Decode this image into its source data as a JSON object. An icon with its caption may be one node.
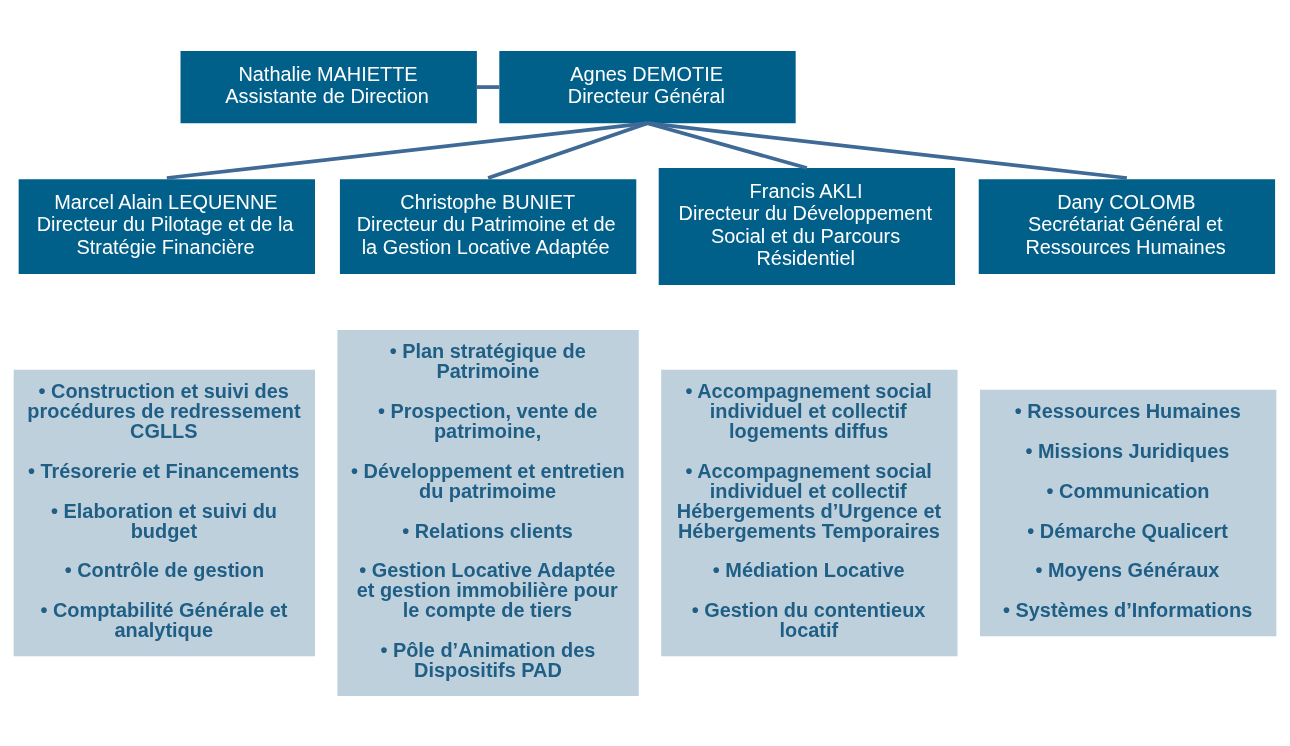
{
  "diagram": {
    "nodes": [
      {
        "text": [
          "Nathalie MAHIETTE",
          "Assistante de Direction"
        ]
      },
      {
        "text": [
          "Agnes DEMOTIE",
          "Directeur Général"
        ]
      },
      {
        "text": [
          "Marcel Alain LEQUENNE",
          "Directeur du Pilotage et de la Stratégie Financière"
        ]
      },
      {
        "text": [
          "Christophe BUNIET",
          "Directeur du Patrimoine et de la Gestion Locative Adaptée"
        ]
      },
      {
        "text": [
          "Francis AKLI",
          "Directeur du Développement Social et du Parcours Résidentiel"
        ]
      },
      {
        "text": [
          "Dany COLOMB",
          "Secrétariat Général et Ressources Humaines"
        ]
      },
      {
        "text": [
          "• Construction et suivi des procédures de redressement CGLLS",
          "• Trésorerie et Financements",
          "• Elaboration et suivi du budget",
          "• Contrôle de gestion",
          "• Comptabilité Générale et analytique"
        ]
      },
      {
        "text": [
          "• Plan stratégique de Patrimoine",
          "• Prospection, vente de patrimoine,",
          "• Développement et entretien du patrimoime",
          "• Relations clients",
          "• Gestion Locative Adaptée et gestion immobilière pour le compte de tiers",
          "• Pôle d’Animation des Dispositifs PAD"
        ]
      },
      {
        "text": [
          "• Accompagnement social individuel et collectif logements diffus",
          "• Accompagnement social individuel et collectif Hébergements d’Urgence et Hébergements Temporaires",
          "• Médiation Locative",
          "• Gestion du contentieux locatif"
        ]
      },
      {
        "text": [
          "• Ressources Humaines",
          "• Missions Juridiques",
          "• Communication",
          "• Démarche Qualicert",
          "• Moyens Généraux",
          "• Systèmes d’Informations"
        ]
      }
    ],
    "edges": [
      {
        "from": 0,
        "to": 1,
        "arrow": "none"
      },
      {
        "from": 1,
        "to": 2,
        "arrow": "none"
      },
      {
        "from": 1,
        "to": 3,
        "arrow": "none"
      },
      {
        "from": 1,
        "to": 4,
        "arrow": "none"
      },
      {
        "from": 1,
        "to": 5,
        "arrow": "none"
      }
    ]
  }
}
